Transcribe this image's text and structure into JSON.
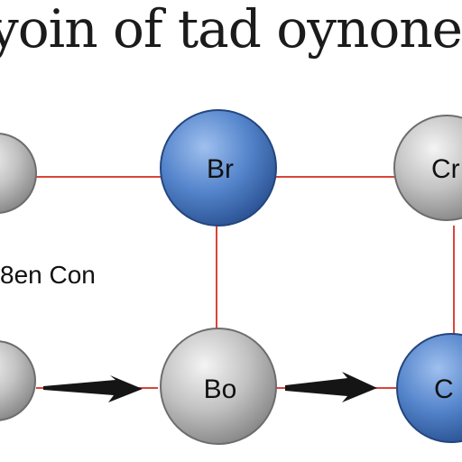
{
  "title": "yoin of tad oynoner bo",
  "caption": "8en Con",
  "colors": {
    "connector": "#d9453a",
    "arrow": "#151515",
    "node_gray": "#b9b9b9",
    "node_blue": "#4f7ec4",
    "text": "#111111"
  },
  "nodes": [
    {
      "id": "n1",
      "label": "",
      "color": "gray"
    },
    {
      "id": "n2",
      "label": "Br",
      "color": "blue"
    },
    {
      "id": "n3",
      "label": "Cr",
      "color": "gray"
    },
    {
      "id": "n4",
      "label": "",
      "color": "gray"
    },
    {
      "id": "n5",
      "label": "Bo",
      "color": "gray"
    },
    {
      "id": "n6",
      "label": "C",
      "color": "blue"
    }
  ]
}
